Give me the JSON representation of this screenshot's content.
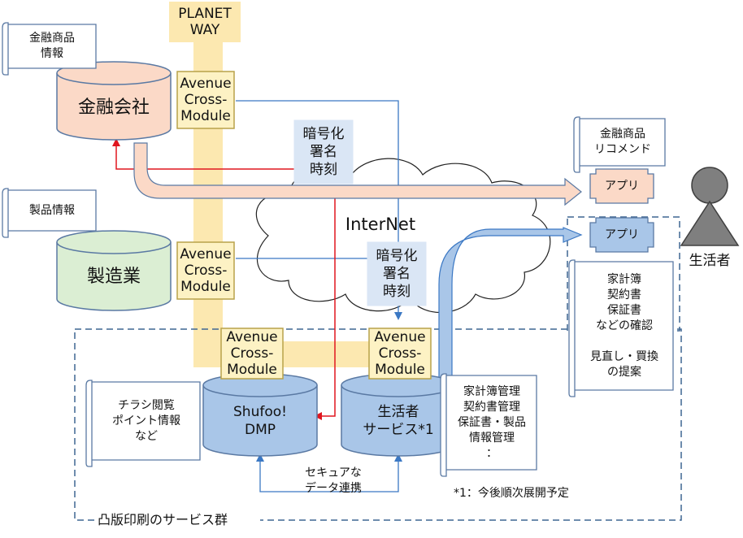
{
  "planet_way": {
    "label": "PLANET\nWAY"
  },
  "avenue_module_label": "Avenue\nCross-\nModule",
  "nodes": {
    "finance": "金融会社",
    "manufacturing": "製造業",
    "shufoo": "Shufoo!\nDMP",
    "lifestyle_service": "生活者\nサービス*1"
  },
  "scrolls": {
    "finance_info": "金融商品\n情報",
    "product_info": "製品情報",
    "recommend": "金融商品\nリコメンド",
    "flyer": "チラシ閲覧\nポイント情報\nなど",
    "service_mgmt": "家計簿管理\n契約書管理\n保証書・製品\n情報管理\n：",
    "confirm": "家計簿\n契約書\n保証書\nなどの確認\n\n見直し・買換\nの提案"
  },
  "crypto_label": "暗号化\n署名\n時刻",
  "internet_label": "InterNet",
  "app_label": "アプリ",
  "consumer_label": "生活者",
  "secure_link": "セキュアな\nデータ連携",
  "footnote": "*1：今後順次展開予定",
  "group_label": "凸版印刷のサービス群",
  "colors": {
    "planet_way": "#fce8b0",
    "module_fill": "#fdf2c4",
    "module_stroke": "#b8a24a",
    "finance_cyl": "#fbd9c7",
    "manufacturing_cyl": "#dbeed3",
    "service_cyl": "#a9c6e8",
    "crypto_fill": "#dae6f5",
    "red_line": "#e0161f",
    "blue_line": "#3b78c4",
    "dash": "#3e6692"
  }
}
